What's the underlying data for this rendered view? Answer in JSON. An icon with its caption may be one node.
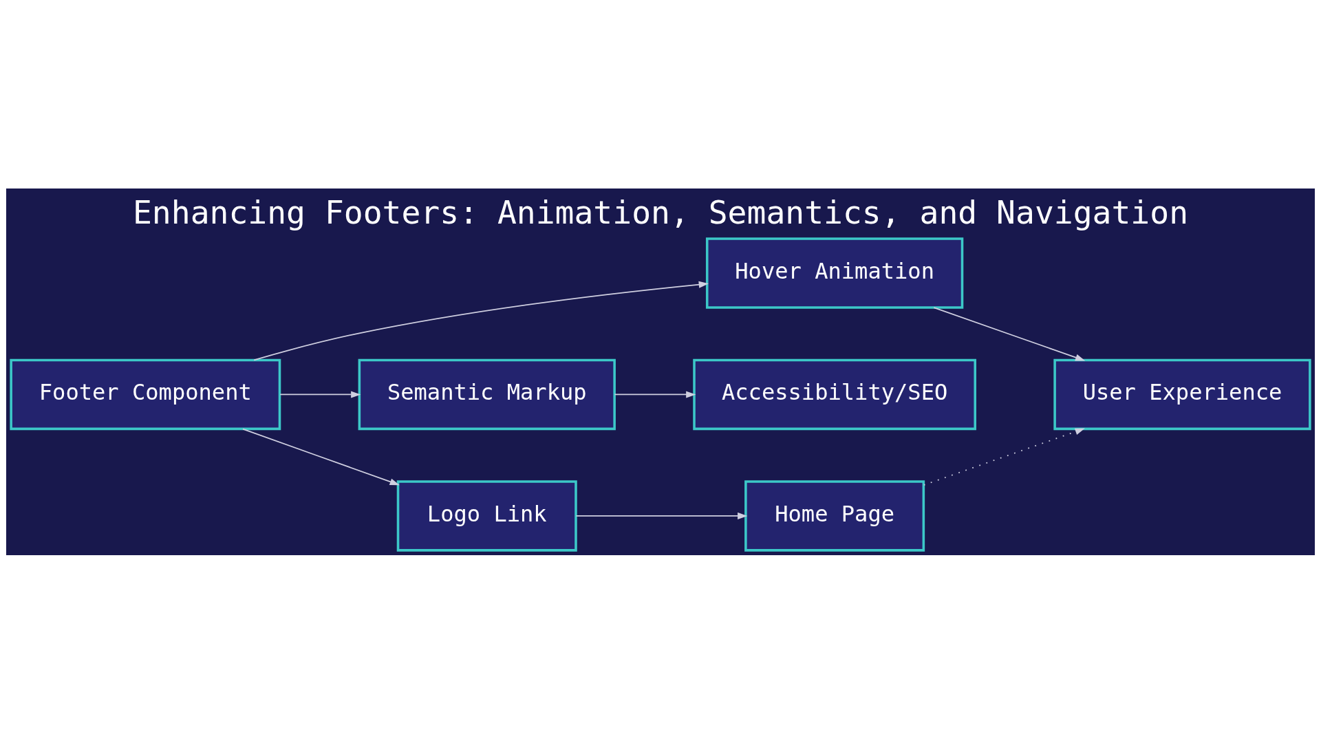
{
  "diagram": {
    "title": "Enhancing Footers: Animation, Semantics, and Navigation",
    "nodes": [
      {
        "text": [
          "Footer Component"
        ]
      },
      {
        "text": [
          "Hover Animation"
        ]
      },
      {
        "text": [
          "Semantic Markup"
        ]
      },
      {
        "text": [
          "Accessibility/SEO"
        ]
      },
      {
        "text": [
          "Logo Link"
        ]
      },
      {
        "text": [
          "Home Page"
        ]
      },
      {
        "text": [
          "User Experience"
        ]
      }
    ],
    "edges": [
      {
        "from": 0,
        "to": 1,
        "arrow": "to"
      },
      {
        "from": 0,
        "to": 2,
        "arrow": "to"
      },
      {
        "from": 0,
        "to": 4,
        "arrow": "to"
      },
      {
        "from": 1,
        "to": 6,
        "arrow": "to"
      },
      {
        "from": 2,
        "to": 3,
        "arrow": "to"
      },
      {
        "from": 4,
        "to": 5,
        "arrow": "to"
      },
      {
        "from": 5,
        "to": 6,
        "arrow": "to",
        "style": "dashed"
      }
    ]
  }
}
